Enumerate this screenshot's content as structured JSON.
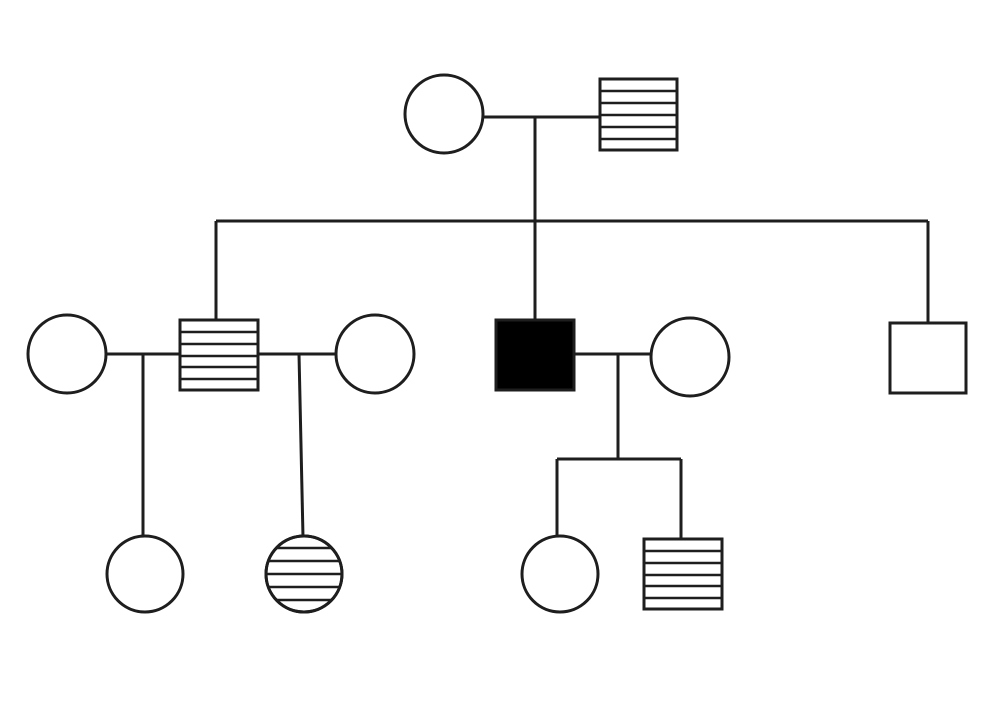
{
  "diagram": {
    "type": "pedigree-chart",
    "colors": {
      "line": "#1e1e1e",
      "background": "#ffffff",
      "affected_fill": "#000000",
      "unaffected_fill": "#ffffff"
    },
    "legend_of_fill": {
      "empty": "unaffected",
      "horizontal-stripes": "carrier-pattern",
      "solid": "affected"
    },
    "individuals": [
      {
        "id": "g1-female",
        "generation": 1,
        "sex": "female",
        "fill": "empty"
      },
      {
        "id": "g1-male",
        "generation": 1,
        "sex": "male",
        "fill": "horizontal-stripes"
      },
      {
        "id": "g2-spouse-left",
        "generation": 2,
        "sex": "female",
        "fill": "empty"
      },
      {
        "id": "g2-son-left",
        "generation": 2,
        "sex": "male",
        "fill": "horizontal-stripes"
      },
      {
        "id": "g2-spouse-left-2",
        "generation": 2,
        "sex": "female",
        "fill": "empty"
      },
      {
        "id": "g2-son-middle",
        "generation": 2,
        "sex": "male",
        "fill": "solid"
      },
      {
        "id": "g2-spouse-middle",
        "generation": 2,
        "sex": "female",
        "fill": "empty"
      },
      {
        "id": "g2-son-right",
        "generation": 2,
        "sex": "male",
        "fill": "empty"
      },
      {
        "id": "g3-daughter-1",
        "generation": 3,
        "sex": "female",
        "fill": "empty"
      },
      {
        "id": "g3-daughter-2",
        "generation": 3,
        "sex": "female",
        "fill": "horizontal-stripes"
      },
      {
        "id": "g3-daughter-3",
        "generation": 3,
        "sex": "female",
        "fill": "empty"
      },
      {
        "id": "g3-son-4",
        "generation": 3,
        "sex": "male",
        "fill": "horizontal-stripes"
      }
    ],
    "matings": [
      {
        "partners": [
          "g1-female",
          "g1-male"
        ],
        "children": [
          "g2-son-left",
          "g2-son-middle",
          "g2-son-right"
        ]
      },
      {
        "partners": [
          "g2-spouse-left",
          "g2-son-left"
        ],
        "children": [
          "g3-daughter-1"
        ]
      },
      {
        "partners": [
          "g2-son-left",
          "g2-spouse-left-2"
        ],
        "children": [
          "g3-daughter-2"
        ]
      },
      {
        "partners": [
          "g2-son-middle",
          "g2-spouse-middle"
        ],
        "children": [
          "g3-daughter-3",
          "g3-son-4"
        ]
      }
    ]
  }
}
